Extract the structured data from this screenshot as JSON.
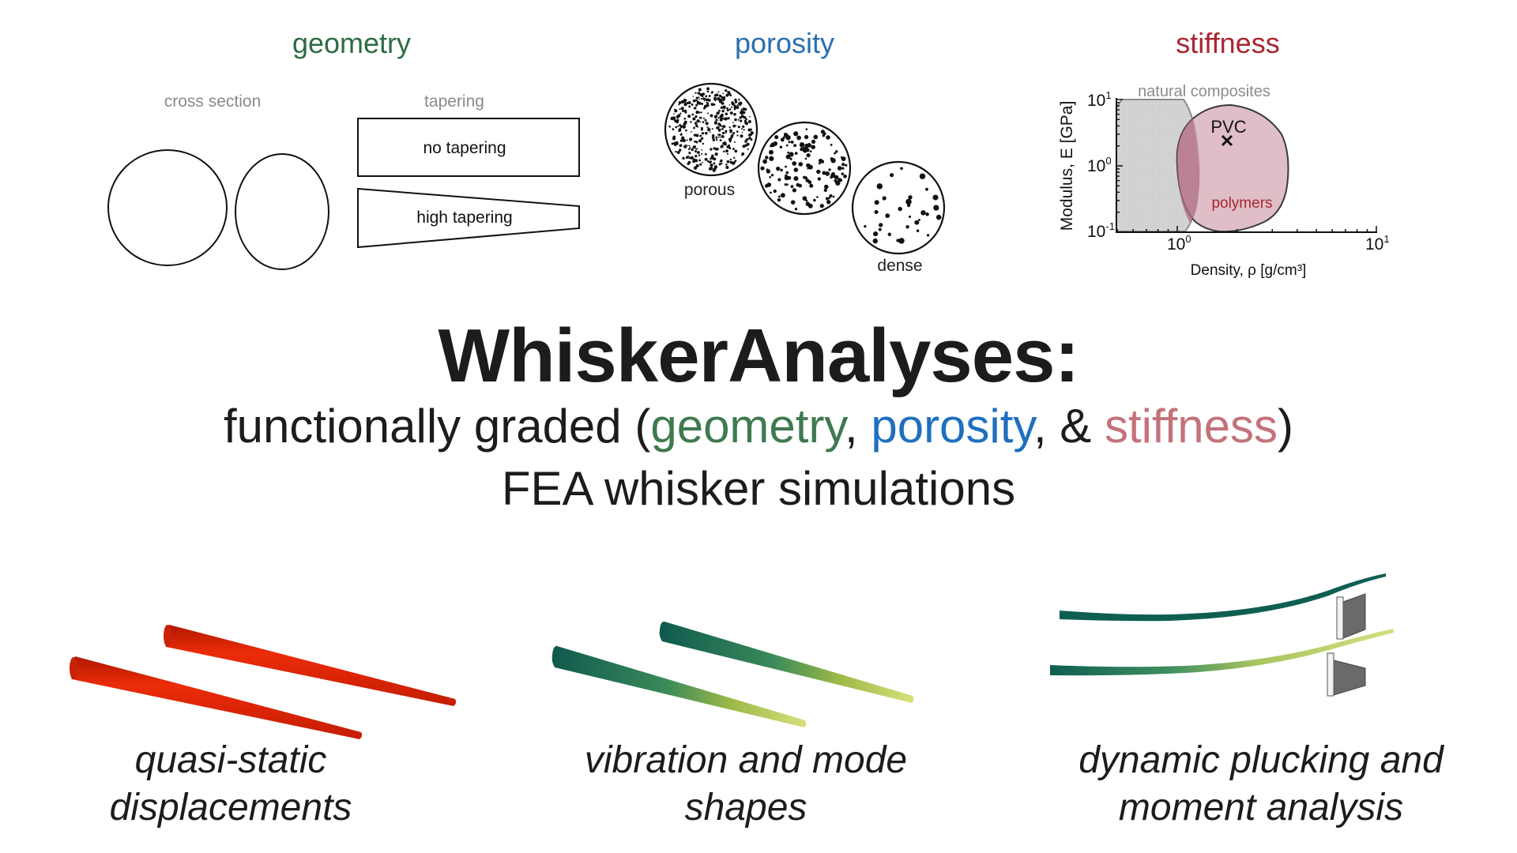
{
  "sections": {
    "geometry": {
      "title": "geometry",
      "color": "#2e6b42",
      "cross_section_label": "cross section",
      "tapering_label": "tapering",
      "no_tapering_label": "no tapering",
      "high_tapering_label": "high tapering"
    },
    "porosity": {
      "title": "porosity",
      "color": "#2a6fae",
      "porous_label": "porous",
      "dense_label": "dense"
    },
    "stiffness": {
      "title": "stiffness",
      "color": "#a82630"
    }
  },
  "chart_data": {
    "type": "scatter",
    "title": "",
    "xlabel": "Density, ρ [g/cm³]",
    "ylabel": "Modulus, E [GPa]",
    "xscale": "log",
    "yscale": "log",
    "xlim": [
      0.4,
      10
    ],
    "ylim": [
      0.1,
      10
    ],
    "x_ticks": [
      {
        "label_base": "10",
        "label_exp": "0",
        "value": 1
      },
      {
        "label_base": "10",
        "label_exp": "1",
        "value": 10
      }
    ],
    "y_ticks": [
      {
        "label_base": "10",
        "label_exp": "1",
        "value": 10
      },
      {
        "label_base": "10",
        "label_exp": "0",
        "value": 1
      },
      {
        "label_base": "10",
        "label_exp": "-1",
        "value": 0.1
      }
    ],
    "regions": [
      {
        "name": "natural composites",
        "label": "natural composites",
        "color": "#cfcfcf"
      },
      {
        "name": "polymers",
        "label": "polymers",
        "color": "#d8b4bd"
      }
    ],
    "points": [
      {
        "label": "PVC",
        "x": 1.4,
        "y": 3.0,
        "marker": "x"
      }
    ]
  },
  "headline": {
    "title": "WhiskerAnalyses:",
    "subtitle_parts": {
      "prefix": "functionally graded (",
      "geometry": "geometry",
      "sep1": ", ",
      "porosity": "porosity",
      "sep2": ", & ",
      "stiffness": "stiffness",
      "suffix": ")"
    },
    "subtitle_colors": {
      "geometry": "#3f7a50",
      "porosity": "#1f6fbf",
      "stiffness": "#c4727a"
    },
    "line3": "FEA whisker simulations"
  },
  "analyses": [
    {
      "line1": "quasi-static",
      "line2": "displacements"
    },
    {
      "line1": "vibration and mode",
      "line2": "shapes"
    },
    {
      "line1": "dynamic plucking and",
      "line2": "moment analysis"
    }
  ]
}
